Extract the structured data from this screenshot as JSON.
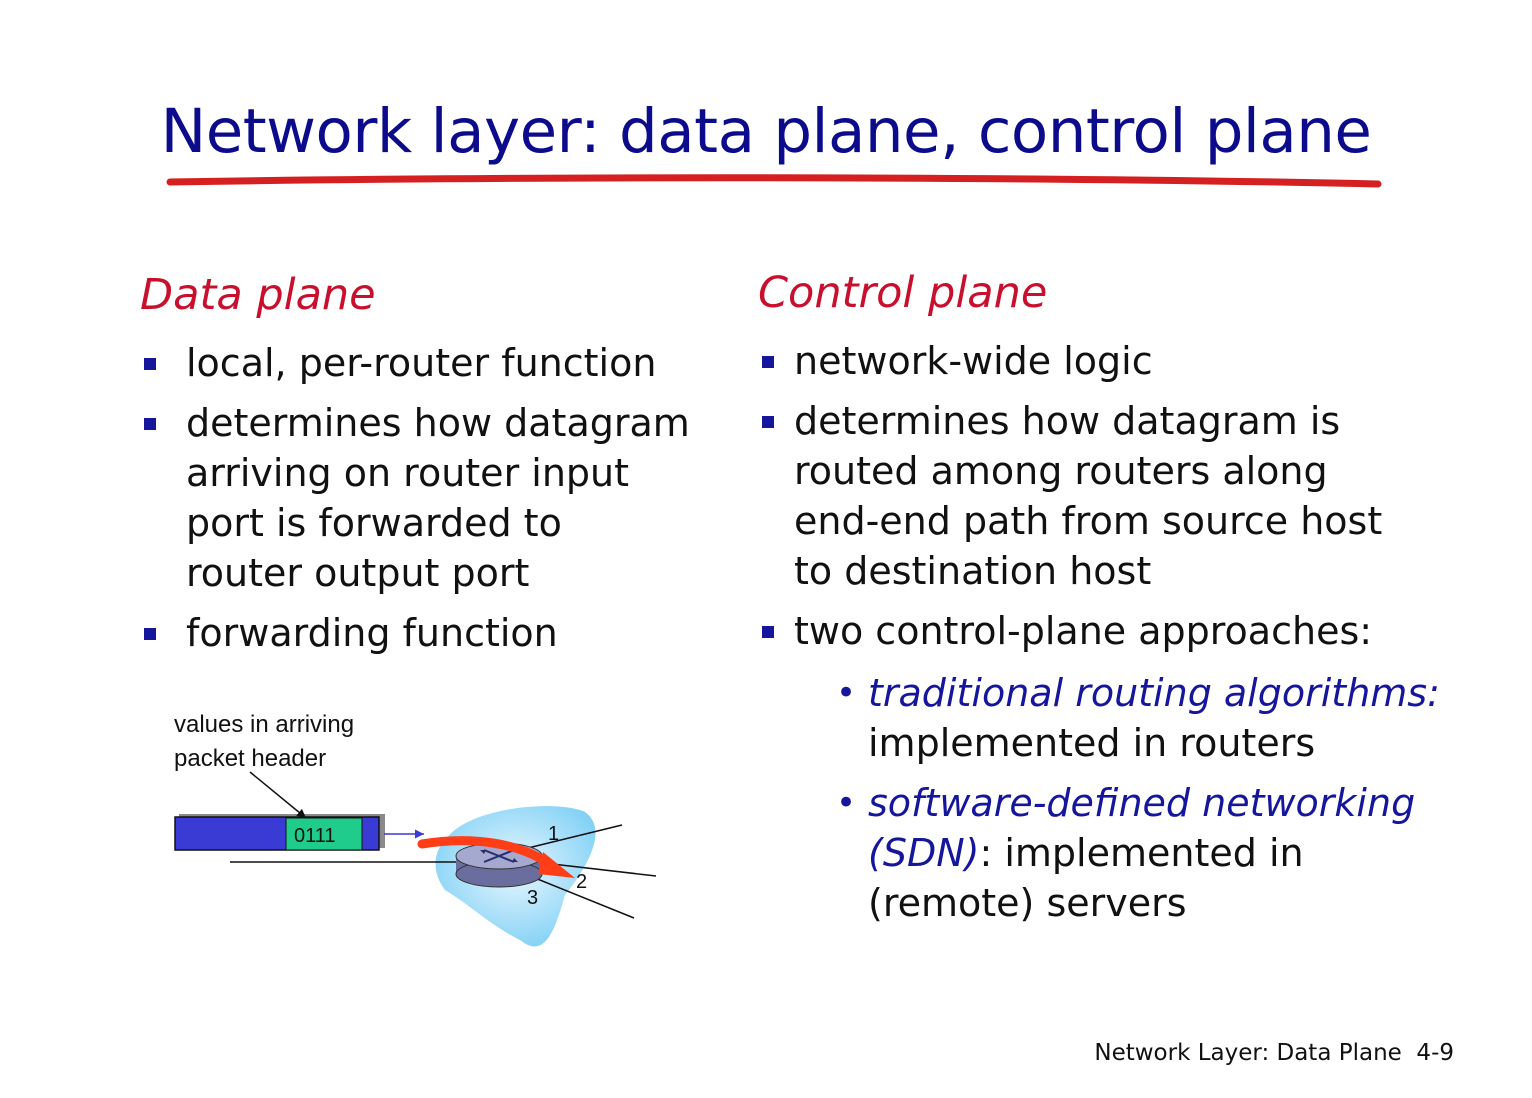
{
  "slide": {
    "title": "Network layer: data plane, control plane",
    "footer": "Network Layer: Data Plane  4-9"
  },
  "data_plane": {
    "heading": "Data plane",
    "bullets": [
      [
        "local, per-router function"
      ],
      [
        "determines how datagram",
        "arriving on router input",
        "port is forwarded to",
        "router output port"
      ],
      [
        "forwarding function"
      ]
    ]
  },
  "control_plane": {
    "heading": "Control plane",
    "bullets": [
      [
        "network-wide logic"
      ],
      [
        "determines how datagram is",
        "routed among routers along",
        "end-end path from source host",
        "to destination host"
      ],
      [
        "two control-plane approaches:"
      ]
    ],
    "approaches": [
      {
        "term": "traditional routing algorithms:",
        "text": "implemented in routers"
      },
      {
        "term": "software-defined networking",
        "term2": "(SDN)",
        "text": ": implemented in",
        "text2": "(remote) servers"
      }
    ]
  },
  "diagram": {
    "caption_line1": "values in arriving",
    "caption_line2": "packet header",
    "header_value": "0111",
    "port_labels": [
      "1",
      "2",
      "3"
    ],
    "colors": {
      "packet": "#3a3ad4",
      "header_field": "#1fcc8c",
      "arrow": "#ff3d17",
      "cloud": "#7fd0f5",
      "router": "#7b7fb0"
    }
  }
}
